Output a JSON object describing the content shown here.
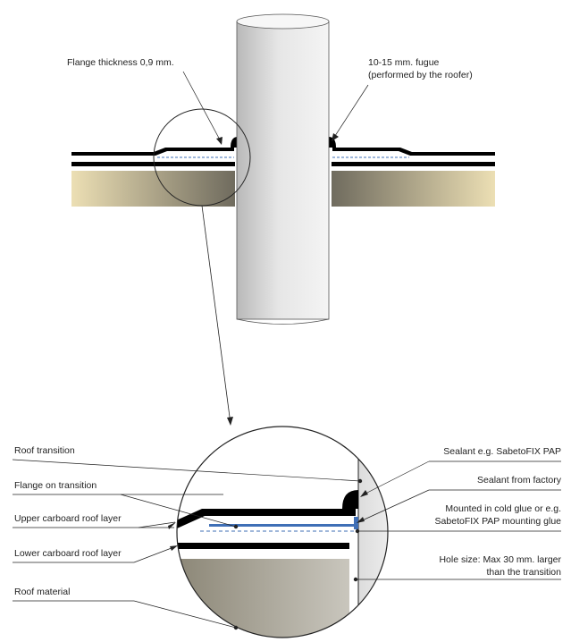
{
  "labels": {
    "flange_thickness": "Flange thickness 0,9 mm.",
    "fugue_line1": "10-15 mm. fugue",
    "fugue_line2": "(performed by the roofer)",
    "roof_transition": "Roof transition",
    "flange_on_transition": "Flange on transition",
    "upper_layer": "Upper carboard roof layer",
    "lower_layer": "Lower carboard roof layer",
    "roof_material": "Roof material",
    "sealant_sabeto": "Sealant e.g. SabetoFIX PAP",
    "sealant_factory": "Sealant from factory",
    "mounted_line1": "Mounted in cold glue or e.g.",
    "mounted_line2": "SabetoFIX PAP mounting glue",
    "hole_line1": "Hole size: Max 30 mm. larger",
    "hole_line2": "than the transition"
  },
  "colors": {
    "roof_material_light": "#e9dbb0",
    "roof_material_dark": "#6e6a5c",
    "pipe_light": "#f2f2f2",
    "pipe_dark": "#a9a9a9",
    "membrane_blue": "#3f6fb6",
    "ink": "#000000"
  }
}
